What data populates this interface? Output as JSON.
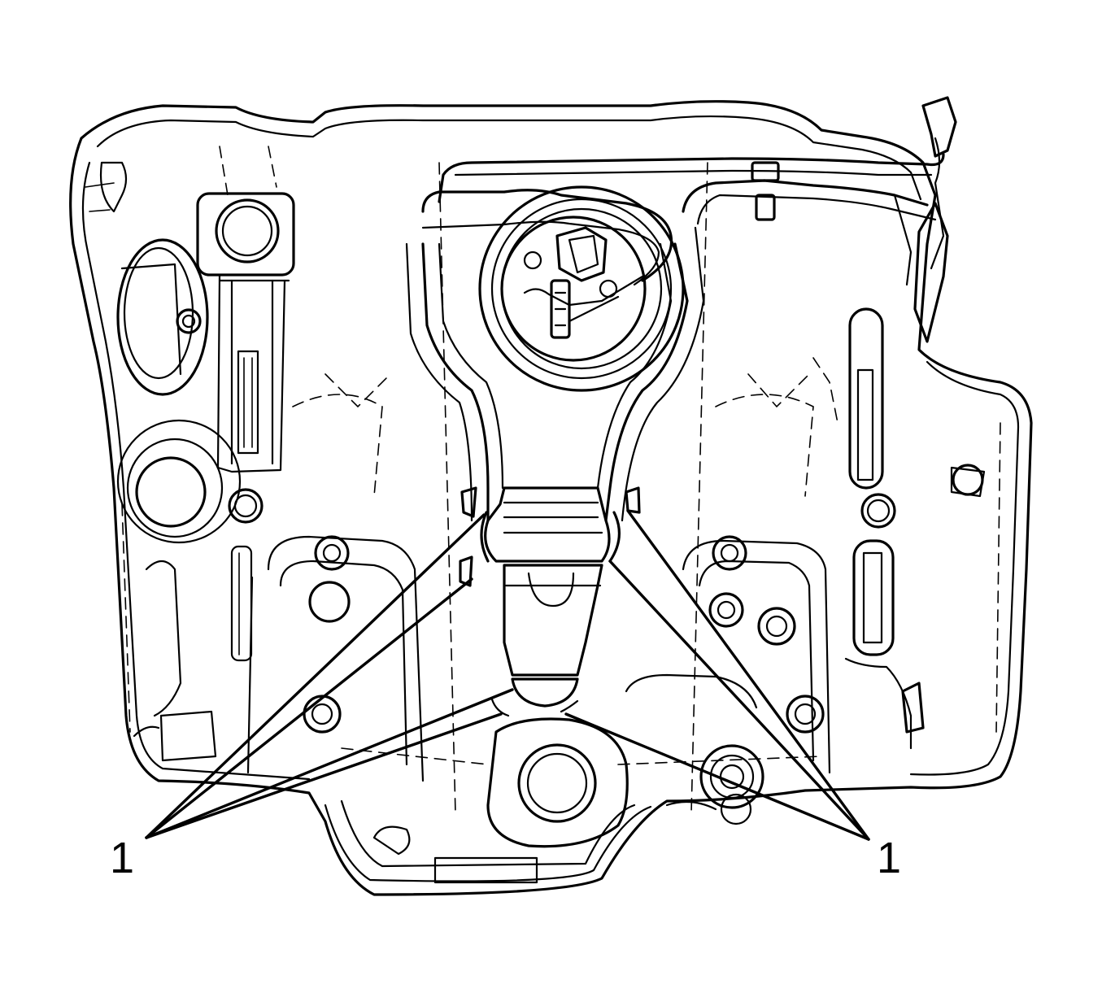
{
  "diagram": {
    "callouts": [
      {
        "id": "left",
        "label": "1"
      },
      {
        "id": "right",
        "label": "1"
      }
    ]
  }
}
